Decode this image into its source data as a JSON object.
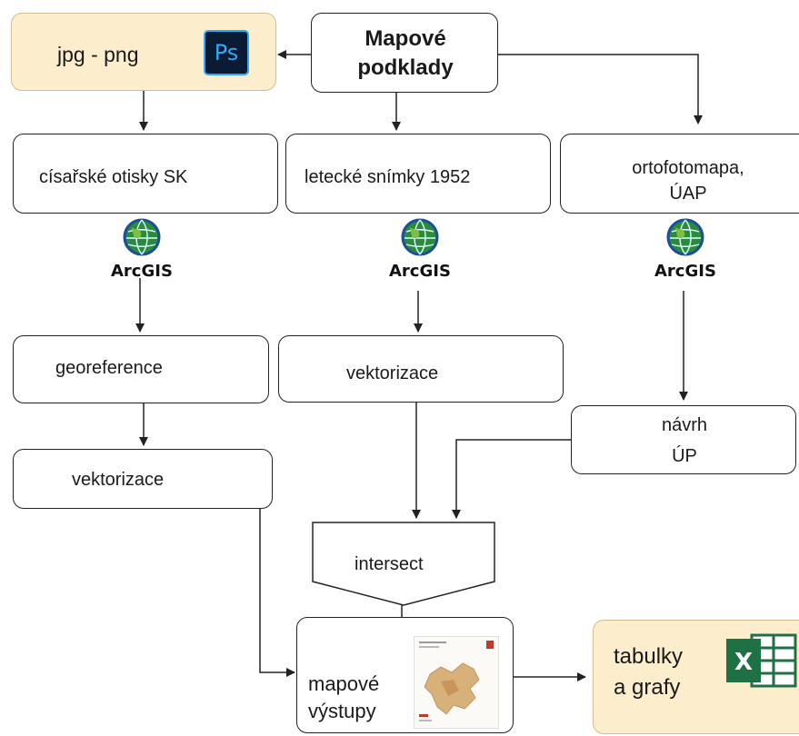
{
  "nodes": {
    "top": {
      "line1": "Mapové",
      "line2": "podklady"
    },
    "image": {
      "label": "jpg - png",
      "ps_icon": "Ps"
    },
    "col1": {
      "source": "císařské otisky SK",
      "step1": "georeference",
      "step2": "vektorizace"
    },
    "col2": {
      "source": "letecké snímky 1952",
      "step1": "vektorizace"
    },
    "col3": {
      "source_line1": "ortofotomapa,",
      "source_line2": "ÚAP",
      "step_line1": "návrh",
      "step_line2": "ÚP"
    },
    "intersect": {
      "label": "intersect"
    },
    "outputs": {
      "line1": "mapové",
      "line2": "výstupy"
    },
    "tables": {
      "line1": "tabulky",
      "line2": "a grafy",
      "excel_icon": "X"
    },
    "arcgis_label": "ArcGIS"
  },
  "colors": {
    "image_fill": "#fcedcd",
    "image_border": "#d5bd8e",
    "line": "#222222",
    "ps_bg": "#0b1b34",
    "ps_fg": "#31a8ff",
    "excel_green": "#1e7145"
  }
}
